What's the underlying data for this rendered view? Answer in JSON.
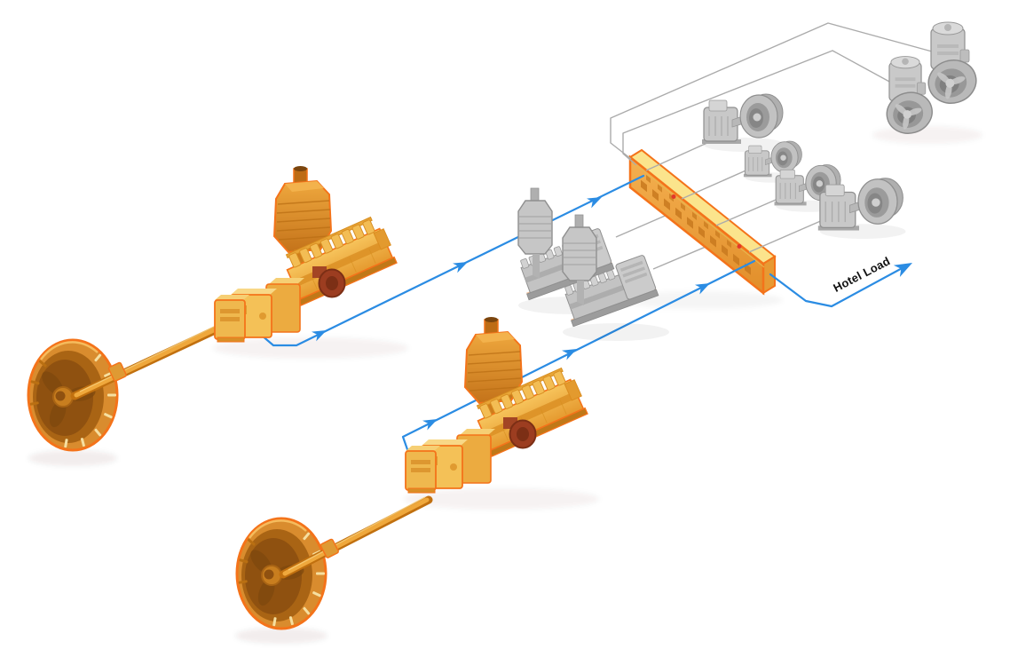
{
  "diagram": {
    "kind": "marine-hybrid-propulsion-system",
    "background": "#ffffff"
  },
  "labels": {
    "hotel_load": "Hotel Load"
  },
  "colors": {
    "active_highlight_outline": "#F4731A",
    "active_equipment_gold": "#F2B54A",
    "switchboard_top": "#FBE48C",
    "switchboard_face": "#EFA23C",
    "inactive_equipment_gray": "#C2C2C2",
    "power_flow_blue": "#2B8CE3",
    "connection_line_gray": "#ABABAB",
    "indicator_red": "#E2382A",
    "flywheel_red": "#9C3D20",
    "label_text": "#111111"
  },
  "equipment": [
    {
      "id": "propulsion-line-1",
      "state": "active-highlighted",
      "parts": [
        "ducted-propeller",
        "propeller-shaft",
        "shaft-coupling",
        "reduction-gearbox",
        "pto-shaft-generator",
        "main-engine",
        "exhaust-silencer"
      ]
    },
    {
      "id": "propulsion-line-2",
      "state": "active-highlighted",
      "parts": [
        "ducted-propeller",
        "propeller-shaft",
        "shaft-coupling",
        "reduction-gearbox",
        "pto-shaft-generator",
        "main-engine",
        "exhaust-silencer"
      ]
    },
    {
      "id": "diesel-genset-1",
      "state": "standby-gray"
    },
    {
      "id": "diesel-genset-2",
      "state": "standby-gray"
    },
    {
      "id": "main-switchboard",
      "state": "active-highlighted",
      "indicator_dots": 2
    },
    {
      "id": "motor-consumer-1",
      "state": "standby-gray"
    },
    {
      "id": "motor-consumer-2",
      "state": "standby-gray"
    },
    {
      "id": "motor-consumer-3",
      "state": "standby-gray"
    },
    {
      "id": "motor-consumer-4",
      "state": "standby-gray"
    },
    {
      "id": "azimuth-thruster-1",
      "state": "standby-gray"
    },
    {
      "id": "azimuth-thruster-2",
      "state": "standby-gray"
    }
  ],
  "flows": [
    {
      "id": "pto1-to-switchboard",
      "style": "blue-arrow",
      "arrow_count": 3
    },
    {
      "id": "pto2-to-switchboard",
      "style": "blue-arrow",
      "arrow_count": 3
    },
    {
      "id": "switchboard-to-hotel-load",
      "style": "blue-arrow",
      "arrow_count": 1,
      "label": "Hotel Load"
    }
  ]
}
